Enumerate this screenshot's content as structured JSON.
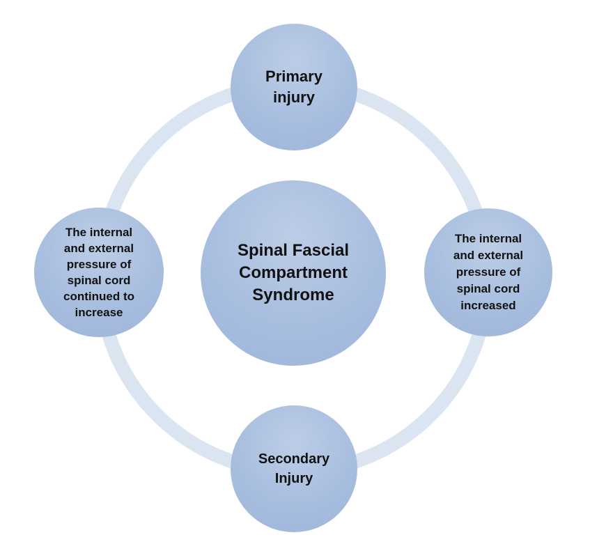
{
  "diagram": {
    "center": {
      "label": "Spinal Fascial\nCompartment\nSyndrome"
    },
    "top": {
      "label": "Primary\ninjury"
    },
    "right": {
      "label": "The internal\nand external\npressure of\nspinal cord\nincreased"
    },
    "bottom": {
      "label": "Secondary\nInjury"
    },
    "left": {
      "label": "The internal\nand external\npressure of\nspinal cord\ncontinued to\nincrease"
    }
  },
  "colors": {
    "ring": "#dbe4f1",
    "node_fill": "#a8bedf",
    "text": "#111111",
    "background": "#ffffff"
  }
}
